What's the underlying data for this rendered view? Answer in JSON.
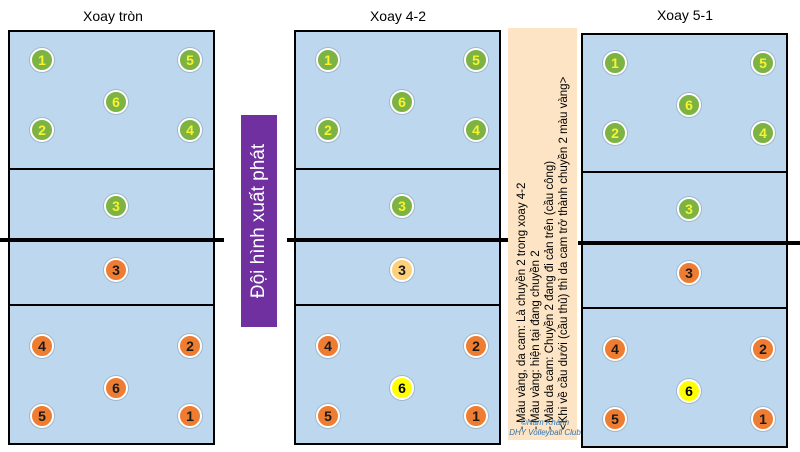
{
  "courts": [
    {
      "title": "Xoay tròn",
      "players": [
        {
          "num": "1",
          "color": "green"
        },
        {
          "num": "5",
          "color": "green"
        },
        {
          "num": "6",
          "color": "green"
        },
        {
          "num": "2",
          "color": "green"
        },
        {
          "num": "4",
          "color": "green"
        },
        {
          "num": "3",
          "color": "green"
        },
        {
          "num": "3",
          "color": "orange"
        },
        {
          "num": "4",
          "color": "orange"
        },
        {
          "num": "2",
          "color": "orange"
        },
        {
          "num": "6",
          "color": "orange"
        },
        {
          "num": "5",
          "color": "orange"
        },
        {
          "num": "1",
          "color": "orange"
        }
      ]
    },
    {
      "title": "Xoay 4-2",
      "players": [
        {
          "num": "1",
          "color": "green"
        },
        {
          "num": "5",
          "color": "green"
        },
        {
          "num": "6",
          "color": "green"
        },
        {
          "num": "2",
          "color": "green"
        },
        {
          "num": "4",
          "color": "green"
        },
        {
          "num": "3",
          "color": "green"
        },
        {
          "num": "3",
          "color": "lightorange"
        },
        {
          "num": "4",
          "color": "orange"
        },
        {
          "num": "2",
          "color": "orange"
        },
        {
          "num": "6",
          "color": "yellow"
        },
        {
          "num": "5",
          "color": "orange"
        },
        {
          "num": "1",
          "color": "orange"
        }
      ]
    },
    {
      "title": "Xoay 5-1",
      "players": [
        {
          "num": "1",
          "color": "green"
        },
        {
          "num": "5",
          "color": "green"
        },
        {
          "num": "6",
          "color": "green"
        },
        {
          "num": "2",
          "color": "green"
        },
        {
          "num": "4",
          "color": "green"
        },
        {
          "num": "3",
          "color": "green"
        },
        {
          "num": "3",
          "color": "orange"
        },
        {
          "num": "4",
          "color": "orange"
        },
        {
          "num": "2",
          "color": "orange"
        },
        {
          "num": "6",
          "color": "yellow"
        },
        {
          "num": "5",
          "color": "orange"
        },
        {
          "num": "1",
          "color": "orange"
        }
      ]
    }
  ],
  "vertical_title": "Đội hình xuất phát",
  "notes": [
    " - Màu vàng, da cam: Là chuyền 2 trong xoay 4-2",
    " - Màu vàng: hiện tại đang chuyền 2",
    " - Màu da cam: Chuyền 2 đang đi cản trên (cầu công)",
    "<Khi về cầu dưới (cầu thủ) thì da cam trở thành chuyền 2 màu vàng>"
  ],
  "credit": [
    "©Nam Khánh",
    "DHY Volleyball Club"
  ],
  "colors": {
    "court": "#bdd7ee",
    "green": "#7cb342",
    "orange": "#ef7d31",
    "light_orange": "#fdd07a",
    "yellow": "#ffff00",
    "purple": "#7030a0",
    "note_bg": "#fce4c4"
  }
}
